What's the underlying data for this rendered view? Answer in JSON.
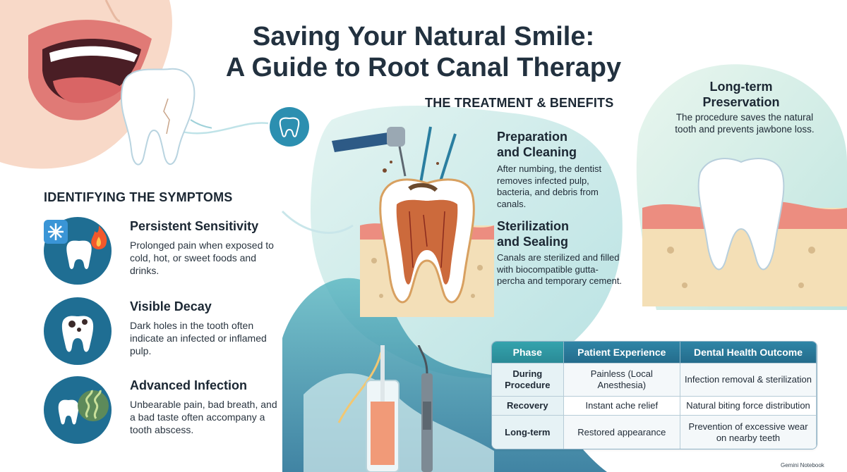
{
  "title": {
    "line1": "Saving Your Natural Smile:",
    "line2": "A Guide to Root Canal Therapy"
  },
  "symptoms": {
    "header": "IDENTIFYING THE SYMPTOMS",
    "items": [
      {
        "title": "Persistent Sensitivity",
        "desc": "Prolonged pain when exposed to cold, hot, or sweet foods and drinks.",
        "icon": "tooth-snowflake-flame-icon"
      },
      {
        "title": "Visible Decay",
        "desc": "Dark holes in the tooth often indicate an infected or inflamed pulp.",
        "icon": "decayed-tooth-icon"
      },
      {
        "title": "Advanced Infection",
        "desc": "Unbearable pain, bad breath, and a bad taste often accompany a tooth abscess.",
        "icon": "odor-tooth-icon"
      }
    ]
  },
  "treatment": {
    "header": "THE TREATMENT & BENEFITS",
    "steps": [
      {
        "title_line1": "Preparation",
        "title_line2": "and Cleaning",
        "desc": "After numbing, the dentist removes infected pulp, bacteria, and debris from canals."
      },
      {
        "title_line1": "Sterilization",
        "title_line2": "and Sealing",
        "desc": "Canals are sterilized and filled with biocompatible gutta-percha and temporary cement."
      }
    ]
  },
  "longterm": {
    "title_line1": "Long-term",
    "title_line2": "Preservation",
    "desc": "The procedure saves the natural tooth and prevents jawbone loss."
  },
  "table": {
    "headers": [
      "Phase",
      "Patient Experience",
      "Dental Health Outcome"
    ],
    "rows": [
      [
        "During Procedure",
        "Painless (Local Anesthesia)",
        "Infection removal & sterilization"
      ],
      [
        "Recovery",
        "Instant ache relief",
        "Natural biting force distribution"
      ],
      [
        "Long-term",
        "Restored appearance",
        "Prevention of excessive wear on nearby teeth"
      ]
    ]
  },
  "footer": {
    "badge": "Gemini Notebook"
  },
  "colors": {
    "teal": "#2a8a96",
    "blue": "#246c8c",
    "gum": "#e8847c",
    "bone": "#f5e2bd"
  }
}
